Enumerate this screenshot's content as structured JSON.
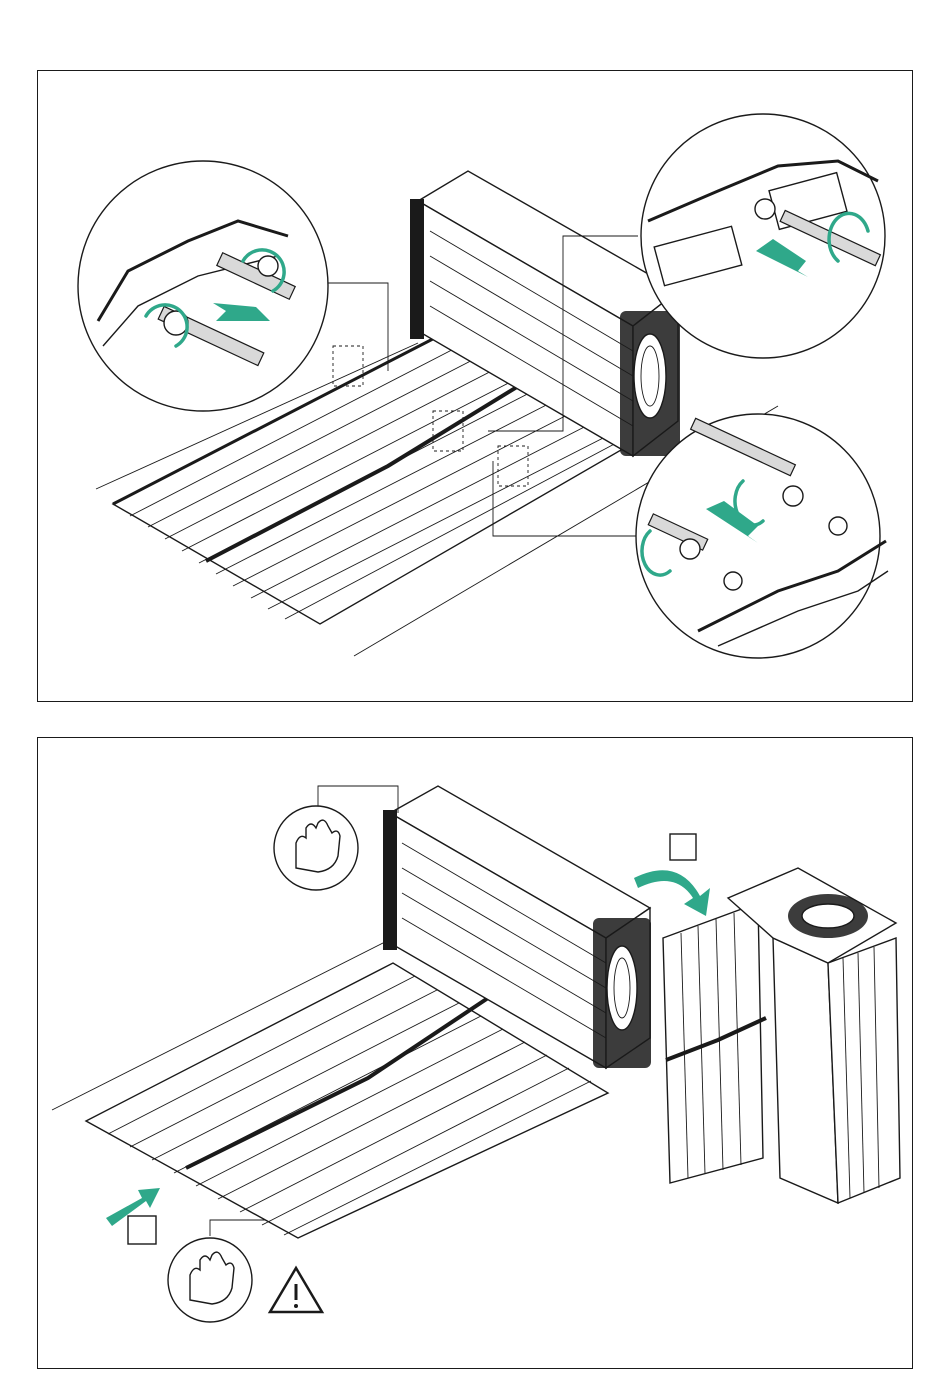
{
  "figure": {
    "panels": [
      {
        "id": "panel-1",
        "content": "zoom-detail-assembly",
        "callout_count": 3
      },
      {
        "id": "panel-2",
        "content": "push-and-fold",
        "callout_count": 0
      }
    ],
    "colors": {
      "accent": "#2fa88a",
      "line": "#1a1a1a",
      "grey": "#d9d9d9",
      "background": "#ffffff"
    },
    "icons": [
      "rotate-arrow-icon",
      "straight-arrow-icon",
      "hand-icon",
      "warning-triangle-icon",
      "checkbox-icon"
    ]
  }
}
